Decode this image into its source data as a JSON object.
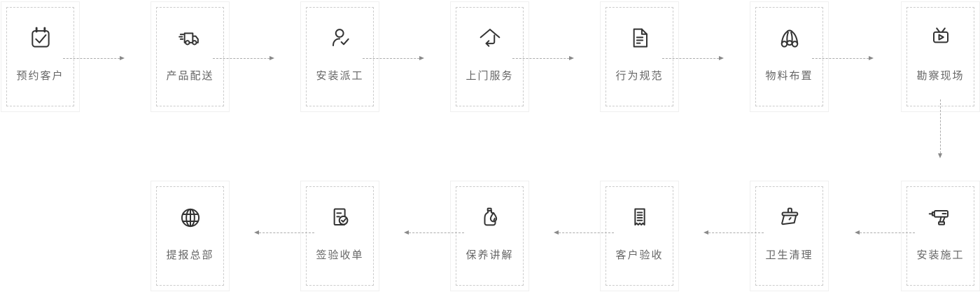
{
  "colors": {
    "card_border": "#f0f0f0",
    "dashed_border": "#cccccc",
    "icon_stroke": "#333333",
    "label_color": "#666666",
    "arrow_line": "#ababab",
    "arrow_head": "#8a8a8a"
  },
  "flow": {
    "top_row": {
      "direction": "left-to-right",
      "steps": [
        {
          "label": "预约客户",
          "icon": "calendar-check-icon"
        },
        {
          "label": "产品配送",
          "icon": "delivery-truck-icon"
        },
        {
          "label": "安装派工",
          "icon": "worker-check-icon"
        },
        {
          "label": "上门服务",
          "icon": "home-return-icon"
        },
        {
          "label": "行为规范",
          "icon": "document-lines-icon"
        },
        {
          "label": "物料布置",
          "icon": "material-rolls-icon"
        },
        {
          "label": "勘察现场",
          "icon": "tv-play-icon"
        }
      ]
    },
    "bottom_row": {
      "direction": "right-to-left",
      "steps": [
        {
          "label": "提报总部",
          "icon": "globe-icon"
        },
        {
          "label": "签验收单",
          "icon": "document-check-icon"
        },
        {
          "label": "保养讲解",
          "icon": "oil-bottle-drop-icon"
        },
        {
          "label": "客户验收",
          "icon": "receipt-lines-icon"
        },
        {
          "label": "卫生清理",
          "icon": "cleaning-brush-icon"
        },
        {
          "label": "安装施工",
          "icon": "drill-icon"
        }
      ]
    }
  }
}
